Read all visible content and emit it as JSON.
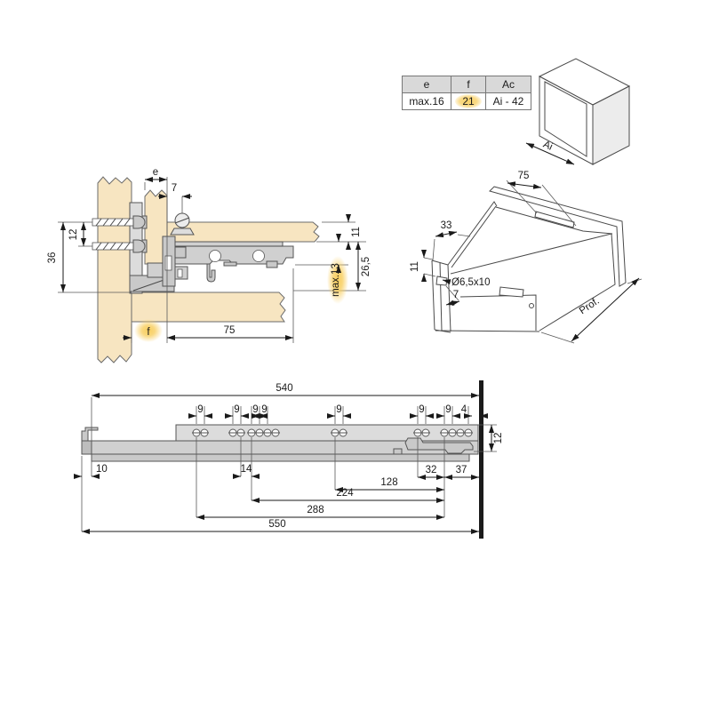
{
  "table": {
    "col_e": "e",
    "col_f": "f",
    "col_ac": "Ac",
    "val_e": "max.16",
    "val_f": "21",
    "val_ac": "Ai - 42"
  },
  "cube": {
    "label": "Ai"
  },
  "cross_section": {
    "e": "e",
    "seven": "7",
    "twelve": "12",
    "thirty_six": "36",
    "eleven": "11",
    "twenty_six_comma_five": "26,5",
    "max_thirteen": "max.13",
    "f": "f",
    "seventy_five": "75"
  },
  "drawer_view": {
    "seventy_five": "75",
    "thirty_three": "33",
    "slot": "Ø6,5x10",
    "seven": "7",
    "eleven": "11",
    "depth": "Prof."
  },
  "slide_view": {
    "d540": "540",
    "d9": "9",
    "d4": "4",
    "d12": "12",
    "d10": "10",
    "d14": "14",
    "d32": "32",
    "d37": "37",
    "d128": "128",
    "d224": "224",
    "d288": "288",
    "d550": "550"
  },
  "colors": {
    "wood": "#f7e5c1",
    "metal_light": "#dcdcdc",
    "metal_mid": "#d0d0d0",
    "metal_dark": "#bdbdbd",
    "highlight": "#f8ce5e",
    "line": "#4a4a4a",
    "wall": "#1a1a1a"
  }
}
